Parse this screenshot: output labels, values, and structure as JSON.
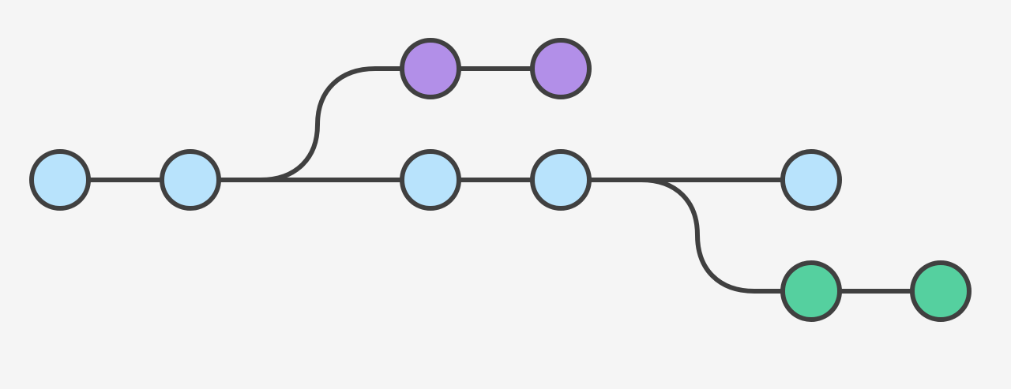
{
  "diagram": {
    "type": "git-branch-graph",
    "background": "#f5f5f5",
    "stroke_color": "#404040",
    "branches": [
      {
        "id": "main",
        "color": "#b8e3fc",
        "commits": 5
      },
      {
        "id": "upper",
        "color": "#b28fe8",
        "commits": 2,
        "forks_from": "main",
        "after_commit": 2
      },
      {
        "id": "lower",
        "color": "#55d09f",
        "commits": 2,
        "forks_from": "main",
        "after_commit": 4
      }
    ]
  }
}
